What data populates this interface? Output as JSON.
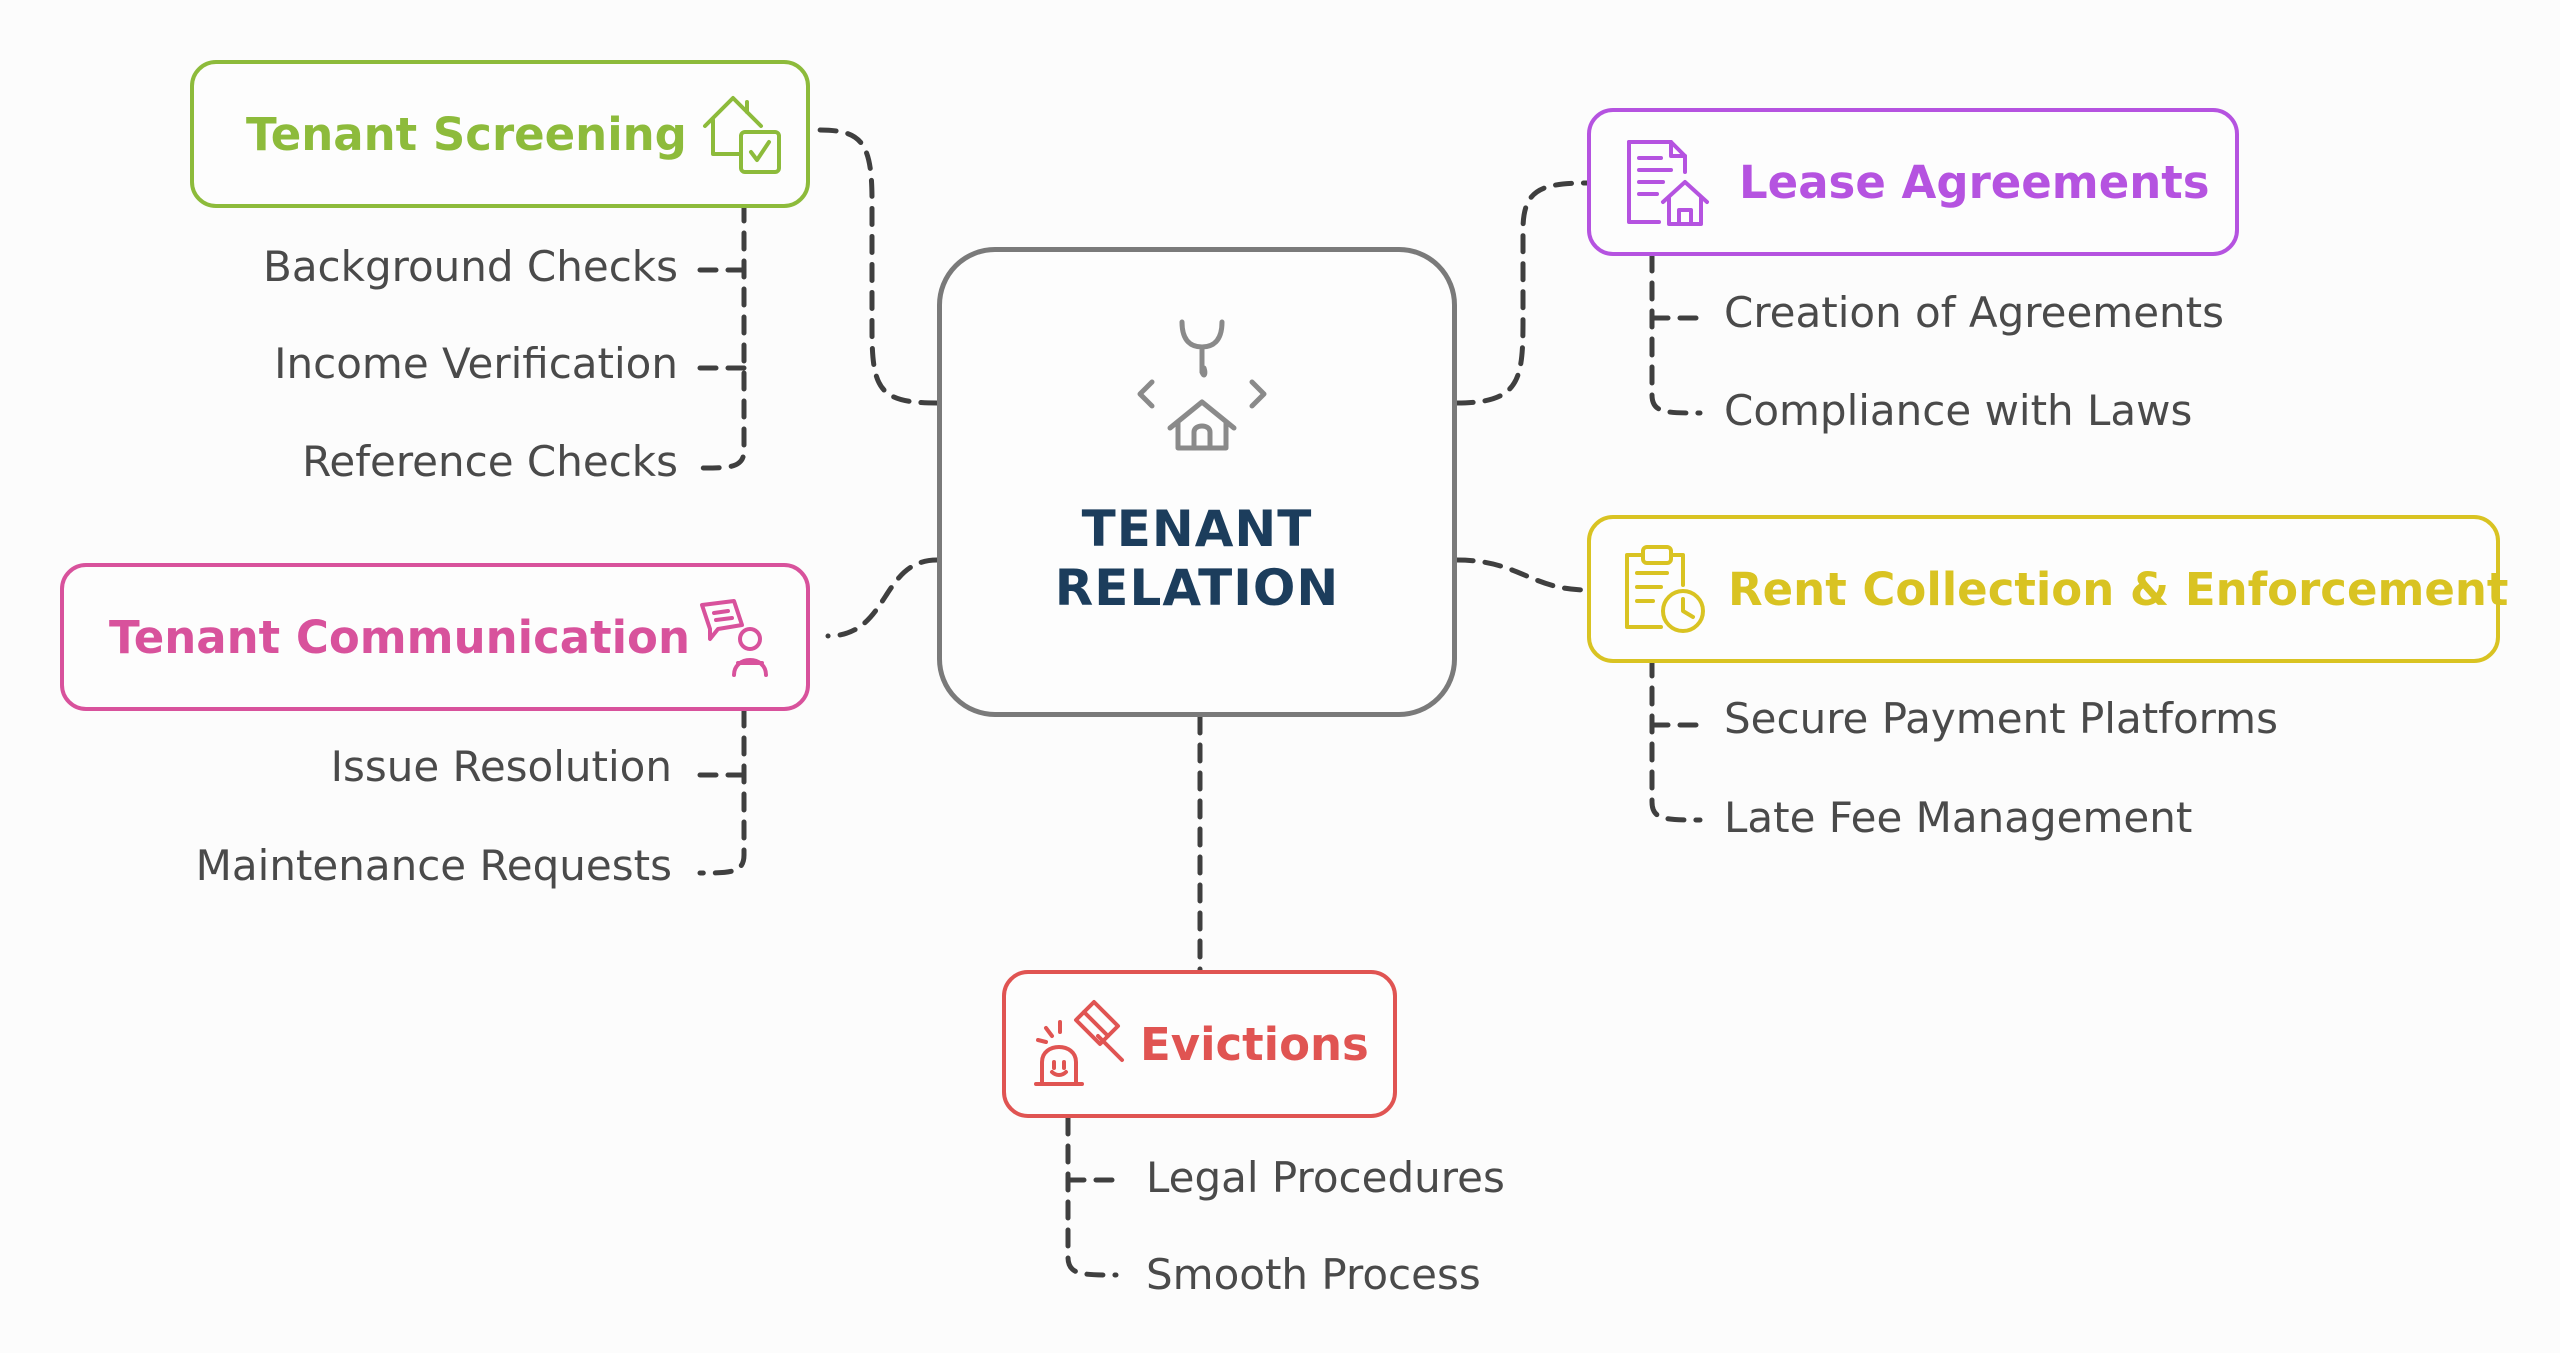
{
  "center": {
    "title_line1": "TENANT",
    "title_line2": "RELATION",
    "icon": "house-gavel-icon"
  },
  "branches": {
    "screening": {
      "title": "Tenant Screening",
      "color": "#8dbb3b",
      "icon": "house-check-icon",
      "items": [
        "Background Checks",
        "Income Verification",
        "Reference Checks"
      ]
    },
    "communication": {
      "title": "Tenant Communication",
      "color": "#d8529c",
      "icon": "chat-person-icon",
      "items": [
        "Issue Resolution",
        "Maintenance Requests"
      ]
    },
    "lease": {
      "title": "Lease Agreements",
      "color": "#b553e0",
      "icon": "document-house-icon",
      "items": [
        "Creation of Agreements",
        "Compliance with Laws"
      ]
    },
    "rent": {
      "title": "Rent Collection & Enforcement",
      "color": "#d9c322",
      "icon": "clipboard-clock-icon",
      "items": [
        "Secure Payment Platforms",
        "Late Fee Management"
      ]
    },
    "evictions": {
      "title": "Evictions",
      "color": "#e05452",
      "icon": "gavel-alarm-icon",
      "items": [
        "Legal Procedures",
        "Smooth Process"
      ]
    }
  }
}
